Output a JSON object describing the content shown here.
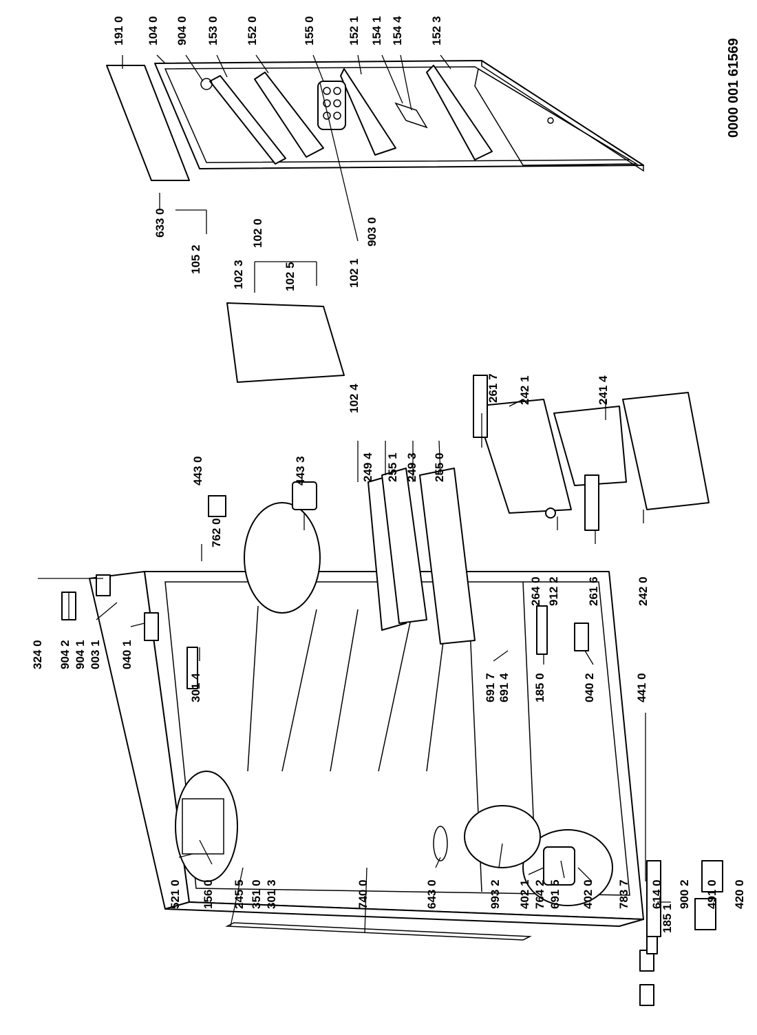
{
  "document_number": "0000 001 61569",
  "labels": [
    {
      "id": "191-0",
      "text": "191 0"
    },
    {
      "id": "104-0",
      "text": "104 0"
    },
    {
      "id": "904-0",
      "text": "904 0"
    },
    {
      "id": "153-0",
      "text": "153 0"
    },
    {
      "id": "152-0",
      "text": "152 0"
    },
    {
      "id": "155-0",
      "text": "155 0"
    },
    {
      "id": "152-1",
      "text": "152 1"
    },
    {
      "id": "154-1",
      "text": "154 1"
    },
    {
      "id": "154-4",
      "text": "154 4"
    },
    {
      "id": "152-3",
      "text": "152 3"
    },
    {
      "id": "633-0",
      "text": "633 0"
    },
    {
      "id": "105-2",
      "text": "105 2"
    },
    {
      "id": "102-3",
      "text": "102 3"
    },
    {
      "id": "102-0",
      "text": "102 0"
    },
    {
      "id": "102-5",
      "text": "102 5"
    },
    {
      "id": "102-1",
      "text": "102 1"
    },
    {
      "id": "903-0",
      "text": "903 0"
    },
    {
      "id": "102-4",
      "text": "102 4"
    },
    {
      "id": "443-0",
      "text": "443 0"
    },
    {
      "id": "443-3",
      "text": "443 3"
    },
    {
      "id": "762-0",
      "text": "762 0"
    },
    {
      "id": "249-4",
      "text": "249 4"
    },
    {
      "id": "255-1",
      "text": "255 1"
    },
    {
      "id": "249-3",
      "text": "249 3"
    },
    {
      "id": "255-0",
      "text": "255 0"
    },
    {
      "id": "261-7",
      "text": "261 7"
    },
    {
      "id": "242-1",
      "text": "242 1"
    },
    {
      "id": "241-4",
      "text": "241 4"
    },
    {
      "id": "264-0",
      "text": "264 0"
    },
    {
      "id": "912-2",
      "text": "912 2"
    },
    {
      "id": "261-6",
      "text": "261 6"
    },
    {
      "id": "242-0",
      "text": "242 0"
    },
    {
      "id": "324-0",
      "text": "324 0"
    },
    {
      "id": "904-2",
      "text": "904 2"
    },
    {
      "id": "904-1",
      "text": "904 1"
    },
    {
      "id": "003-1",
      "text": "003 1"
    },
    {
      "id": "040-1",
      "text": "040 1"
    },
    {
      "id": "301-4",
      "text": "301 4"
    },
    {
      "id": "691-7",
      "text": "691 7"
    },
    {
      "id": "691-4",
      "text": "691 4"
    },
    {
      "id": "185-0",
      "text": "185 0"
    },
    {
      "id": "040-2",
      "text": "040 2"
    },
    {
      "id": "441-0",
      "text": "441 0"
    },
    {
      "id": "185-1",
      "text": "185 1"
    },
    {
      "id": "521-0",
      "text": "521 0"
    },
    {
      "id": "156-0",
      "text": "156 0"
    },
    {
      "id": "245-5",
      "text": "245 5"
    },
    {
      "id": "351-0",
      "text": "351 0"
    },
    {
      "id": "301-3",
      "text": "301 3"
    },
    {
      "id": "740-0",
      "text": "740 0"
    },
    {
      "id": "643-0",
      "text": "643 0"
    },
    {
      "id": "993-2",
      "text": "993 2"
    },
    {
      "id": "402-1",
      "text": "402 1"
    },
    {
      "id": "764-2",
      "text": "764 2"
    },
    {
      "id": "691-5",
      "text": "691 5"
    },
    {
      "id": "402-0",
      "text": "402 0"
    },
    {
      "id": "783-7",
      "text": "783 7"
    },
    {
      "id": "614-0",
      "text": "614 0"
    },
    {
      "id": "900-2",
      "text": "900 2"
    },
    {
      "id": "491-0",
      "text": "491 0"
    },
    {
      "id": "420-0",
      "text": "420 0"
    }
  ]
}
